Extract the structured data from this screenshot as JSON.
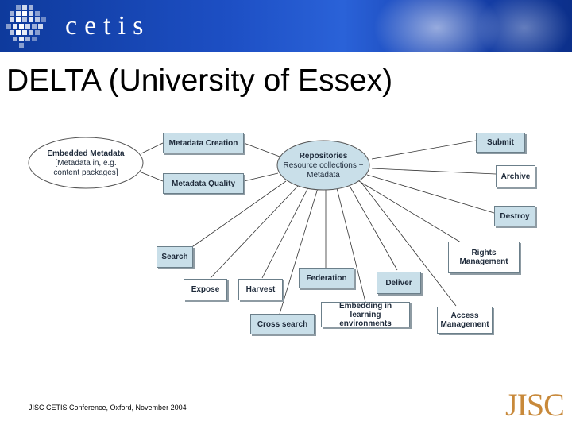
{
  "header": {
    "logo_text": "cetis"
  },
  "slide": {
    "title": "DELTA (University of Essex)"
  },
  "diagram": {
    "repositories": {
      "line1": "Repositories",
      "line2": "Resource collections +",
      "line3": "Metadata"
    },
    "embedded": {
      "line1": "Embedded Metadata",
      "line2": "[Metadata in, e.g.",
      "line3": "content packages]"
    },
    "nodes": {
      "metadata_creation": "Metadata Creation",
      "metadata_quality": "Metadata Quality",
      "submit": "Submit",
      "archive": "Archive",
      "destroy": "Destroy",
      "rights_1": "Rights",
      "rights_2": "Management",
      "search": "Search",
      "expose": "Expose",
      "harvest": "Harvest",
      "federation": "Federation",
      "deliver": "Deliver",
      "cross_search": "Cross search",
      "embedding_1": "Embedding in",
      "embedding_2": "learning environments",
      "access_1": "Access",
      "access_2": "Management"
    }
  },
  "footer": {
    "text": "JISC CETIS Conference, Oxford, November 2004",
    "logo": "JISC"
  }
}
